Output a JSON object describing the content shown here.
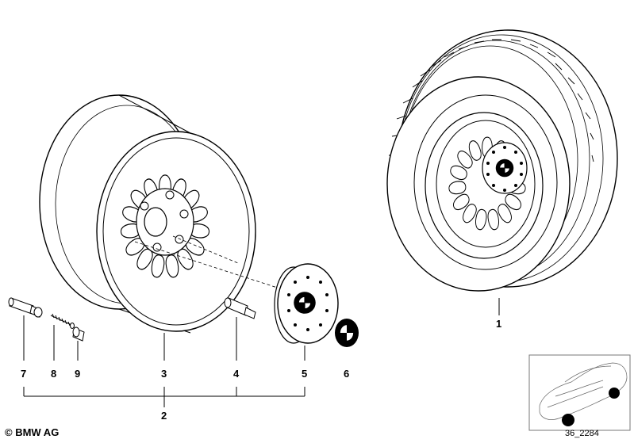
{
  "callouts": {
    "n1": "1",
    "n2": "2",
    "n3": "3",
    "n4": "4",
    "n5": "5",
    "n6": "6",
    "n7": "7",
    "n8": "8",
    "n9": "9"
  },
  "footer": {
    "copyright": "© BMW AG",
    "diagram_code": "36_2284"
  }
}
